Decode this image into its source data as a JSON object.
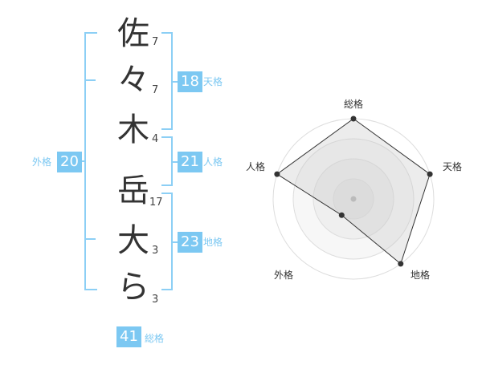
{
  "name": {
    "chars": [
      "佐",
      "々",
      "木",
      "岳",
      "大",
      "ら"
    ],
    "strokes": [
      "7",
      "7",
      "4",
      "17",
      "3",
      "3"
    ]
  },
  "kaku": {
    "tenkaku": {
      "label": "天格",
      "value": "18"
    },
    "jinkaku": {
      "label": "人格",
      "value": "21"
    },
    "chikaku": {
      "label": "地格",
      "value": "23"
    },
    "gaikaku": {
      "label": "外格",
      "value": "20"
    },
    "soukaku": {
      "label": "総格",
      "value": "41"
    }
  },
  "chart_data": {
    "type": "radar",
    "axes": [
      "総格",
      "天格",
      "地格",
      "外格",
      "人格"
    ],
    "values": [
      4,
      4,
      4,
      1,
      4
    ],
    "range": [
      0,
      4
    ],
    "rings": 4,
    "grid": true
  },
  "colors": {
    "accent": "#7cc8f2",
    "bracket": "#8ccff5",
    "text": "#333333"
  }
}
